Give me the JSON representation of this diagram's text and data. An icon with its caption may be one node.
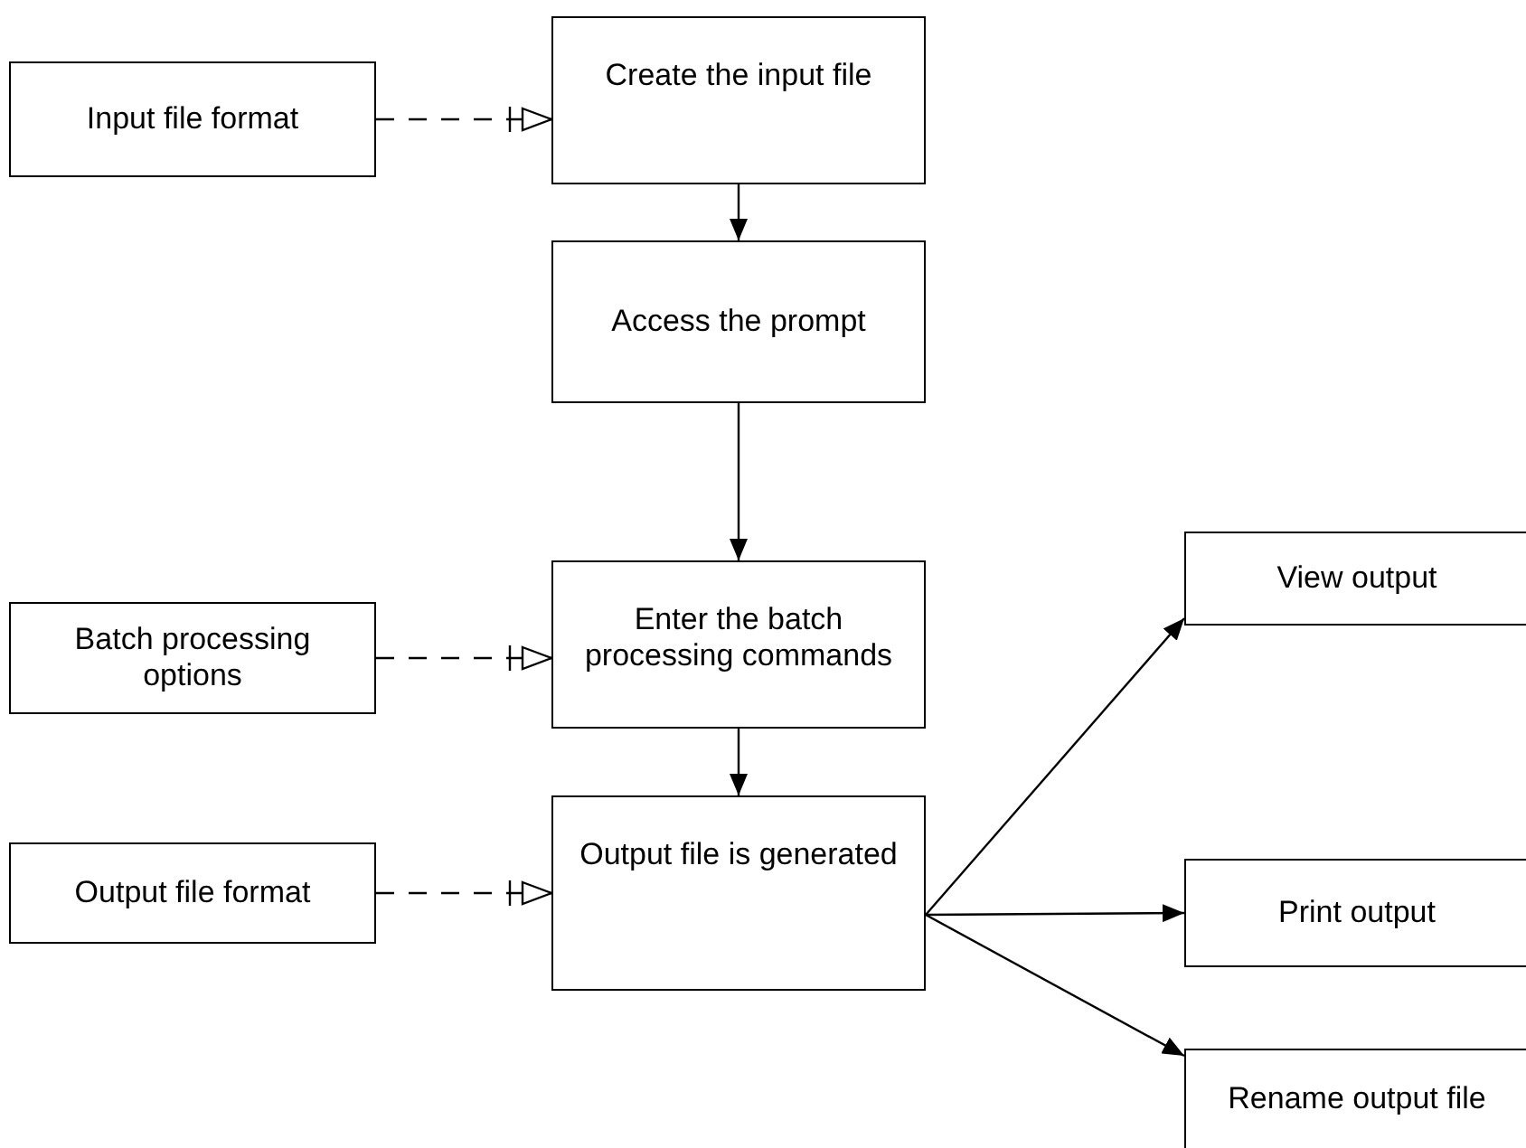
{
  "diagram": {
    "nodes": [
      {
        "text": [
          "Input file format"
        ]
      },
      {
        "text": [
          "Create the input file"
        ]
      },
      {
        "text": [
          "Access the prompt"
        ]
      },
      {
        "text": [
          "Batch processing options"
        ]
      },
      {
        "text": [
          "Enter the batch processing commands"
        ]
      },
      {
        "text": [
          "Output file format"
        ]
      },
      {
        "text": [
          "Output file is generated"
        ]
      },
      {
        "text": [
          "View output"
        ]
      },
      {
        "text": [
          "Print output"
        ]
      },
      {
        "text": [
          "Rename output file"
        ]
      }
    ],
    "edges": [
      {
        "from": 0,
        "to": 1,
        "arrow": "to",
        "style": "dashed"
      },
      {
        "from": 1,
        "to": 2,
        "arrow": "to"
      },
      {
        "from": 2,
        "to": 4,
        "arrow": "to"
      },
      {
        "from": 3,
        "to": 4,
        "arrow": "to",
        "style": "dashed"
      },
      {
        "from": 4,
        "to": 6,
        "arrow": "to"
      },
      {
        "from": 5,
        "to": 6,
        "arrow": "to",
        "style": "dashed"
      },
      {
        "from": 6,
        "to": 7,
        "arrow": "to"
      },
      {
        "from": 6,
        "to": 8,
        "arrow": "to"
      },
      {
        "from": 6,
        "to": 9,
        "arrow": "to"
      }
    ]
  }
}
